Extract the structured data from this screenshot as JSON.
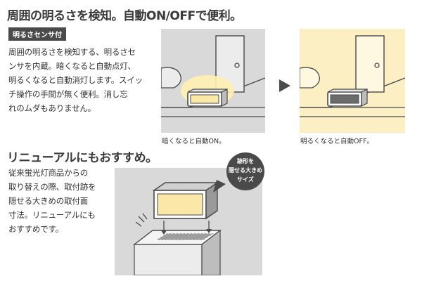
{
  "section1": {
    "headline": "周囲の明るさを検知。自動ON/OFFで便利。",
    "badge": "明るさセンサ付",
    "body": "周囲の明るさを検知する、明るさセ\nンサを内蔵。暗くなると自動点灯、\n明るくなると自動消灯します。スイッ\nチ操作の手間が無く便利。消し忘\nれのムダもありません。",
    "caption_dark": "暗くなると自動ON。",
    "caption_bright": "明るくなると自動OFF。"
  },
  "section2": {
    "headline": "リニューアルにもおすすめ。",
    "body": "従来蛍光灯商品からの\n取り替えの際、取付跡を\n隠せる大きめの取付面\n寸法。リニューアルにも\nおすすめです。",
    "bubble_line1": "跡形を",
    "bubble_line2": "隠せる大きめ",
    "bubble_line3": "サイズ"
  },
  "colors": {
    "dark_panel": "#d9d9d9",
    "bright_panel": "#fcefc4",
    "lamp_glow": "#fff0b0",
    "lamp_lens": "#fbe7a8",
    "outline": "#4a4a4a"
  }
}
